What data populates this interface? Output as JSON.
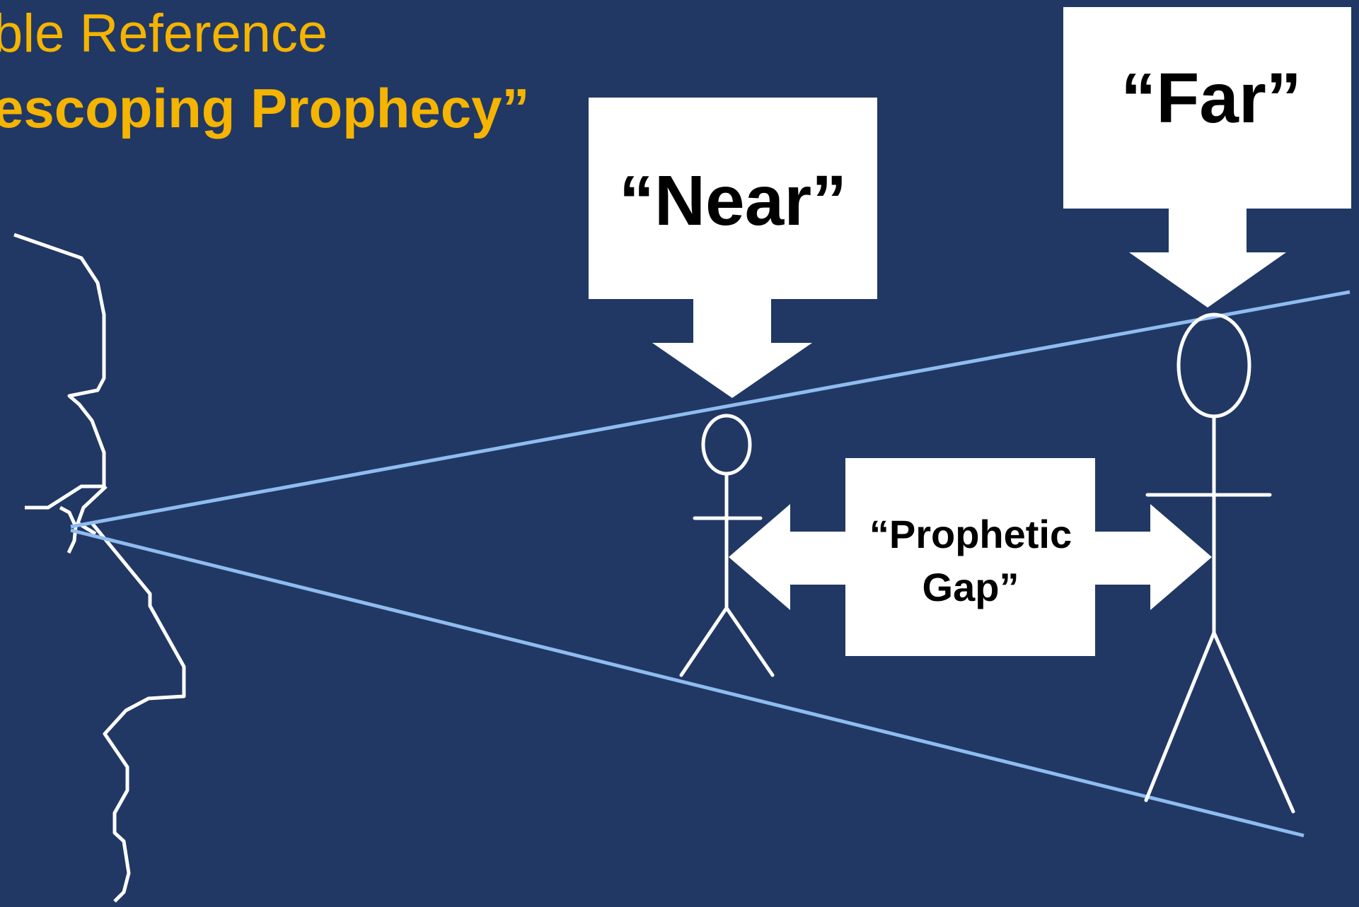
{
  "title": {
    "line1": "ble Reference",
    "line2": "escoping Prophecy”"
  },
  "labels": {
    "near": "“Near”",
    "far": "“Far”",
    "gap_line1": "“Prophetic",
    "gap_line2": "Gap”"
  },
  "colors": {
    "background": "#213864",
    "title": "#f5b400",
    "sight_lines": "#8fbcf0",
    "figures": "#ffffff",
    "callout_fill": "#ffffff",
    "callout_text": "#000000"
  }
}
